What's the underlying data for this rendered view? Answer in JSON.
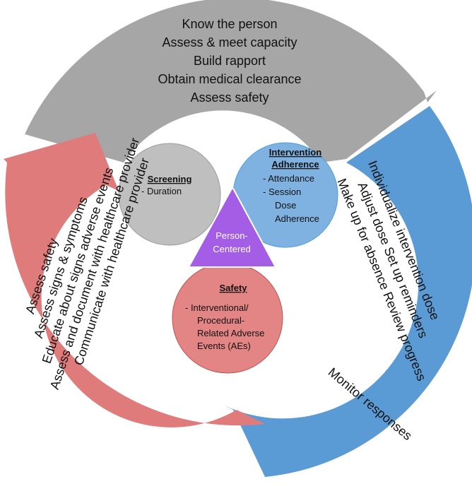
{
  "top_arrow": {
    "color": "#A6A6A6",
    "lines": [
      "Know the person",
      "Assess & meet capacity",
      "Build rapport",
      "Obtain medical clearance",
      "Assess safety"
    ]
  },
  "right_arrow": {
    "color": "#5B9BD5",
    "lines": [
      "Individualize intervention dose",
      "Adjust dose   Set up reminders",
      "Make up for absence   Review progress",
      "Monitor responses"
    ]
  },
  "left_arrow": {
    "color": "#E07B7B",
    "lines": [
      "Assess safety",
      "Assess signs & symptoms",
      "Educate about signs adverse events",
      "Assess and document with healthcare provider",
      "Communicate with healthcare provider"
    ]
  },
  "screening": {
    "color": "#BFBFBF",
    "title": "Screening",
    "items": [
      "-  Duration"
    ]
  },
  "adherence": {
    "color": "#7FB2E0",
    "title_line1": "Intervention",
    "title_line2": "Adherence",
    "items": [
      "-   Attendance",
      "-   Session",
      "Dose",
      "Adherence"
    ]
  },
  "safety": {
    "color": "#E48585",
    "title": "Safety",
    "items": [
      "-   Interventional/",
      "Procedural-",
      "Related Adverse",
      "Events (AEs)"
    ]
  },
  "center": {
    "color": "#A45EE5",
    "line1": "Person-",
    "line2": "Centered"
  }
}
